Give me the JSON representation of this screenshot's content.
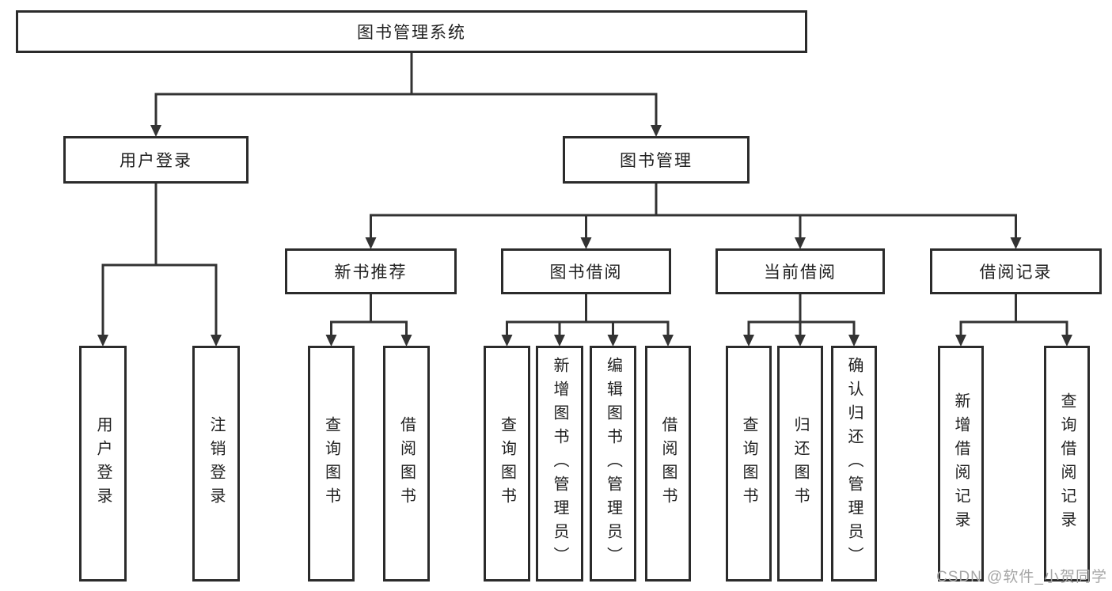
{
  "watermark": "CSDN @软件_小贺同学",
  "colors": {
    "line": "#333333",
    "box_border": "#2b2b2b",
    "text": "#1f1f1f",
    "watermark": "#a6a6a6",
    "background": "#ffffff"
  },
  "nodes": [
    {
      "id": "system",
      "label": "图书管理系统"
    },
    {
      "id": "login",
      "label": "用户登录"
    },
    {
      "id": "manage",
      "label": "图书管理"
    },
    {
      "id": "recommend",
      "label": "新书推荐"
    },
    {
      "id": "borrow",
      "label": "图书借阅"
    },
    {
      "id": "current",
      "label": "当前借阅"
    },
    {
      "id": "record",
      "label": "借阅记录"
    },
    {
      "id": "user-login",
      "label": "用户登录"
    },
    {
      "id": "logout",
      "label": "注销登录"
    },
    {
      "id": "query-book-recommend",
      "label": "查询图书"
    },
    {
      "id": "borrow-book-recommend",
      "label": "借阅图书"
    },
    {
      "id": "query-book-borrow",
      "label": "查询图书"
    },
    {
      "id": "add-book-admin",
      "label": "新增图书（管理员）"
    },
    {
      "id": "edit-book-admin",
      "label": "编辑图书（管理员）"
    },
    {
      "id": "borrow-book-borrow",
      "label": "借阅图书"
    },
    {
      "id": "query-book-current",
      "label": "查询图书"
    },
    {
      "id": "return-book",
      "label": "归还图书"
    },
    {
      "id": "confirm-return-admin",
      "label": "确认归还（管理员）"
    },
    {
      "id": "add-borrow-record",
      "label": "新增借阅记录"
    },
    {
      "id": "query-borrow-record",
      "label": "查询借阅记录"
    }
  ],
  "edges": {
    "system": [
      "login",
      "manage"
    ],
    "login": [
      "user-login",
      "logout"
    ],
    "manage": [
      "recommend",
      "borrow",
      "current",
      "record"
    ],
    "recommend": [
      "query-book-recommend",
      "borrow-book-recommend"
    ],
    "borrow": [
      "query-book-borrow",
      "add-book-admin",
      "edit-book-admin",
      "borrow-book-borrow"
    ],
    "current": [
      "query-book-current",
      "return-book",
      "confirm-return-admin"
    ],
    "record": [
      "add-borrow-record",
      "query-borrow-record"
    ]
  }
}
